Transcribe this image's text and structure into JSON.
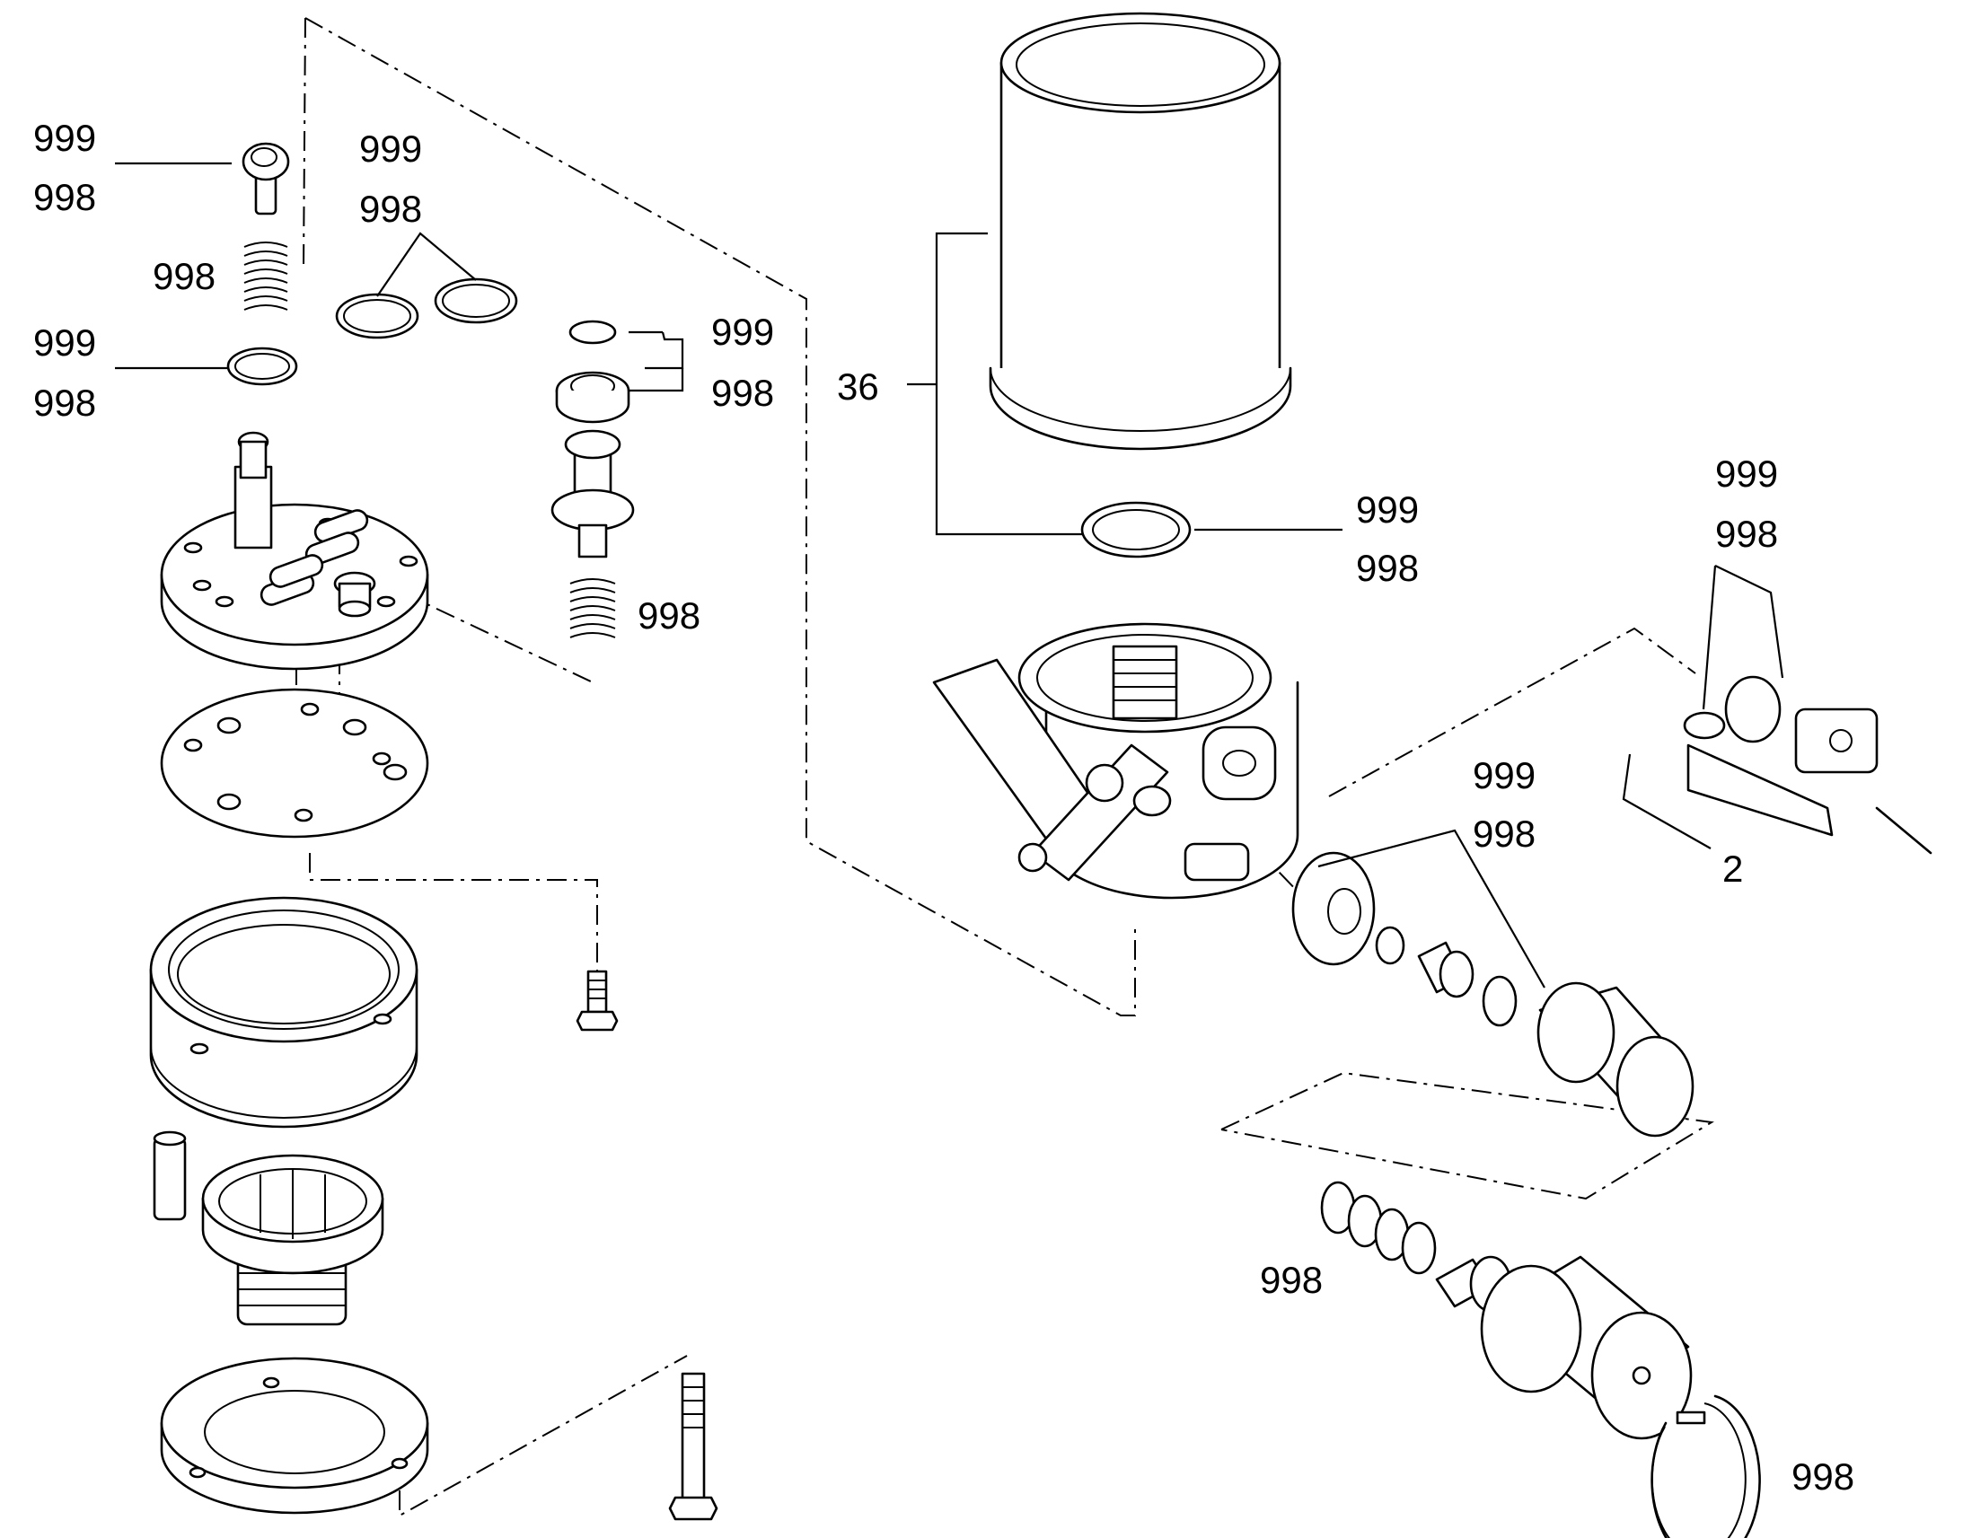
{
  "callouts": {
    "c01": "999",
    "c02": "998",
    "c03": "998",
    "c04": "999",
    "c05": "998",
    "c06": "999",
    "c07": "998",
    "c08": "999",
    "c09": "998",
    "c10": "998",
    "c11": "36",
    "c12": "999",
    "c13": "998",
    "c14": "999",
    "c15": "998",
    "c16": "2",
    "c17": "999",
    "c18": "998",
    "c19": "998",
    "c20": "998"
  }
}
